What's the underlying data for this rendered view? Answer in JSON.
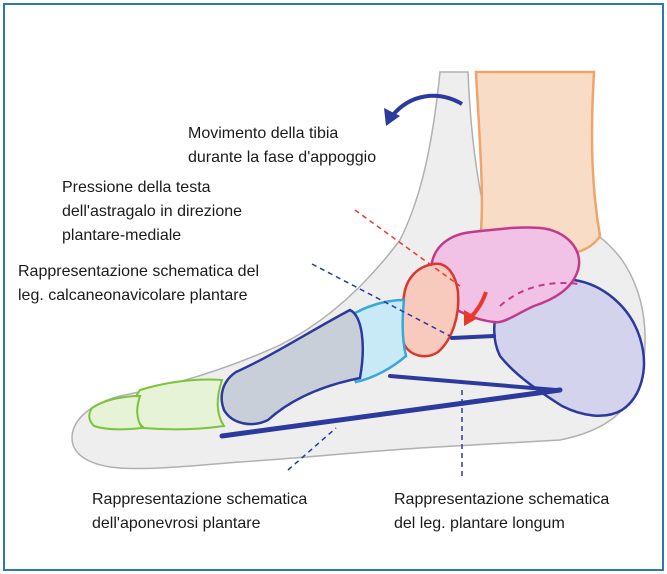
{
  "labels": {
    "tibia_movement": [
      "Movimento della tibia",
      "durante la fase d'appoggio"
    ],
    "talus_pressure": [
      "Pressione della testa",
      "dell'astragalo in direzione",
      "plantare-mediale"
    ],
    "spring_ligament": [
      "Rappresentazione schematica del",
      "leg. calcaneonavicolare plantare"
    ],
    "plantar_aponeurosis": [
      "Rappresentazione schematica",
      "dell'aponevrosi plantare"
    ],
    "long_plantar_ligament": [
      "Rappresentazione schematica",
      "del leg. plantare longum"
    ]
  },
  "colors": {
    "frame": "#2a78b5",
    "tibia": "#f0a36b",
    "talus": "#c23a8a",
    "navicular": "#d9382e",
    "cuneiform": "#38a8d8",
    "calcaneus": "#2b3a9c",
    "phalanges": "#7cc43a",
    "ligament": "#2b3a9c",
    "pressure_arrow": "#e8392e"
  }
}
